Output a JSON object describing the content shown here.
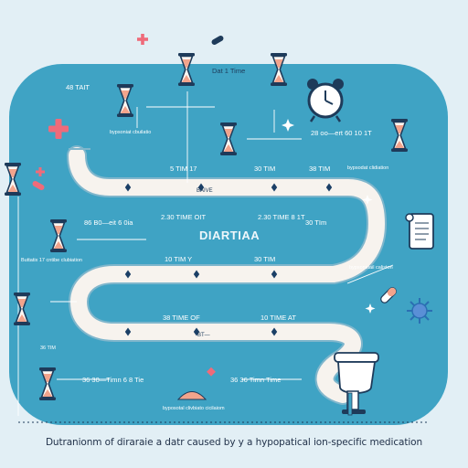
{
  "title": "DIARTIAA",
  "caption": "Dutranionm of diraraie a datr caused by y a hypopatical ion-specific medication",
  "labels": {
    "left_top": "48 TAIT",
    "top_center": "Dat 1 Time",
    "under_top_hourglass": "bypsoniat cbuilatio",
    "right_top": "28 oo—ert 60 10 1T",
    "right_mid": "bypsodat clidiation",
    "row1_a": "5 TIM 17",
    "row1_b": "30 TIM",
    "row1_c": "38 TIM",
    "row1_mid": "BAIVE",
    "left_mid": "86 B0—eit 6 0ia",
    "center_mid": "2.30 TIME OIT",
    "right_center": "2.30 TIME 8 1T",
    "right_far": "30 TIm",
    "left_lower": "Buttatix 17 cntibe clubiation",
    "row2_a": "10 TIM Y",
    "row2_b": "30 TIM",
    "right_lower": "bypsonstail caliston",
    "row3_a": "38 TIME OF",
    "row3_b": "10 TIME AT",
    "row3_mid": "BT—",
    "left_bottom_small": "36 TIM",
    "bottom_a": "36 30—Timn 6 8 Tie",
    "bottom_b": "36 36 Timn Time",
    "bottom_small": "byposotal clivbiato cicilaiom"
  },
  "colors": {
    "board": "#3fa3c4",
    "pipe": "#f7f3ee",
    "pipe_edge": "#7fb6cc",
    "hourglass_frame": "#1e3b5a",
    "sand": "#f2a48c",
    "marker": "#1b3f66",
    "background": "#e2eff5",
    "cross": "#ef6b7a"
  },
  "icons": [
    "hourglass-icon",
    "alarm-clock-icon",
    "scroll-icon",
    "pill-icon",
    "virus-icon",
    "toilet-icon",
    "medical-cross-icon",
    "sparkle-icon"
  ]
}
